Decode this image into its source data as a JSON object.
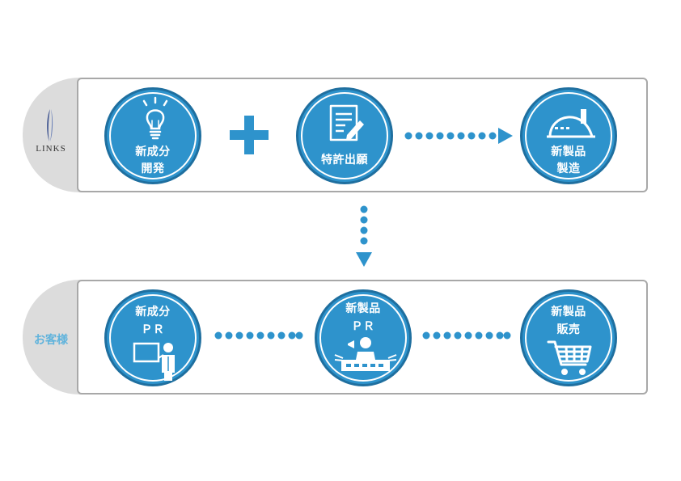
{
  "colors": {
    "accent": "#2e93cc",
    "accent_dark": "#1f6f9f",
    "tab": "#dcdcdc",
    "border": "#a8a8a8",
    "visitor_text": "#5fb3dc"
  },
  "top_row": {
    "tag": "LINKS",
    "steps": [
      {
        "line1": "新成分",
        "line2": "開発",
        "icon": "lightbulb-icon"
      },
      {
        "line1": "特許出願",
        "line2": "",
        "icon": "document-pen-icon"
      },
      {
        "line1": "新製品",
        "line2": "製造",
        "icon": "factory-icon"
      }
    ],
    "connectors": [
      "plus-icon",
      "dotted-arrow"
    ]
  },
  "bottom_row": {
    "tag": "お客様",
    "steps": [
      {
        "line1": "新成分",
        "line2": "ＰＲ",
        "icon": "presenter-icon"
      },
      {
        "line1": "新製品",
        "line2": "ＰＲ",
        "icon": "speaker-podium-icon"
      },
      {
        "line1": "新製品",
        "line2": "販売",
        "icon": "shopping-cart-icon"
      }
    ],
    "connectors": [
      "dotted-line",
      "dotted-line"
    ]
  }
}
